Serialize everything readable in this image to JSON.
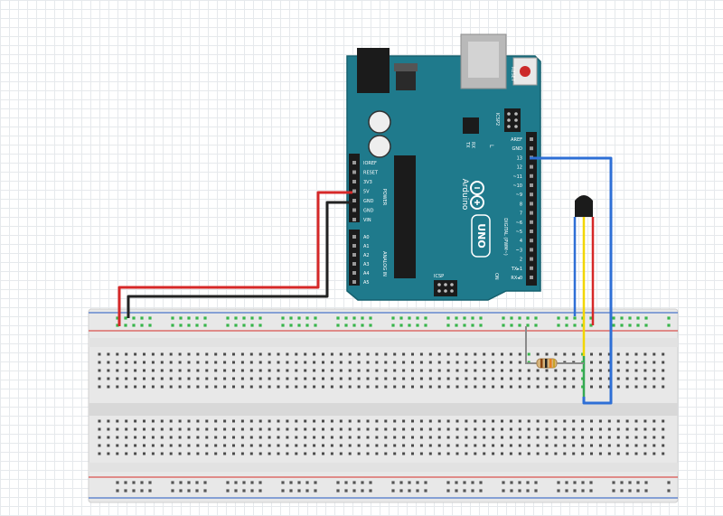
{
  "arduino": {
    "brand": "Arduino",
    "model": "UNO",
    "reset_label": "RESET",
    "icsp_label": "ICSP",
    "icsp2_label": "ICSP2",
    "on_label": "ON",
    "l_label": "L",
    "tx_label": "TX",
    "rx_label": "RX",
    "power_group": "POWER",
    "analog_group": "ANALOG IN",
    "digital_group": "DIGITAL (PWM~)",
    "power_pins": [
      "IOREF",
      "RESET",
      "3V3",
      "5V",
      "GND",
      "GND",
      "VIN"
    ],
    "analog_pins": [
      "A0",
      "A1",
      "A2",
      "A3",
      "A4",
      "A5"
    ],
    "digital_pins": [
      "AREF",
      "GND",
      "13",
      "12",
      "~11",
      "~10",
      "~9",
      "8",
      "7",
      "~6",
      "~5",
      "4",
      "~3",
      "2",
      "TX▸1",
      "RX◂0"
    ]
  },
  "colors": {
    "board": "#1f7a8c",
    "wire_red": "#d62828",
    "wire_black": "#222222",
    "wire_blue": "#2e6fd6",
    "wire_yellow": "#f2d600",
    "wire_green": "#34a853",
    "wire_gray": "#8a8a8a",
    "rail_red": "#d9534f",
    "rail_blue": "#4a74c9",
    "hole_active": "#37b54a"
  },
  "components": {
    "sensor": "temperature-sensor",
    "resistor": "resistor"
  }
}
